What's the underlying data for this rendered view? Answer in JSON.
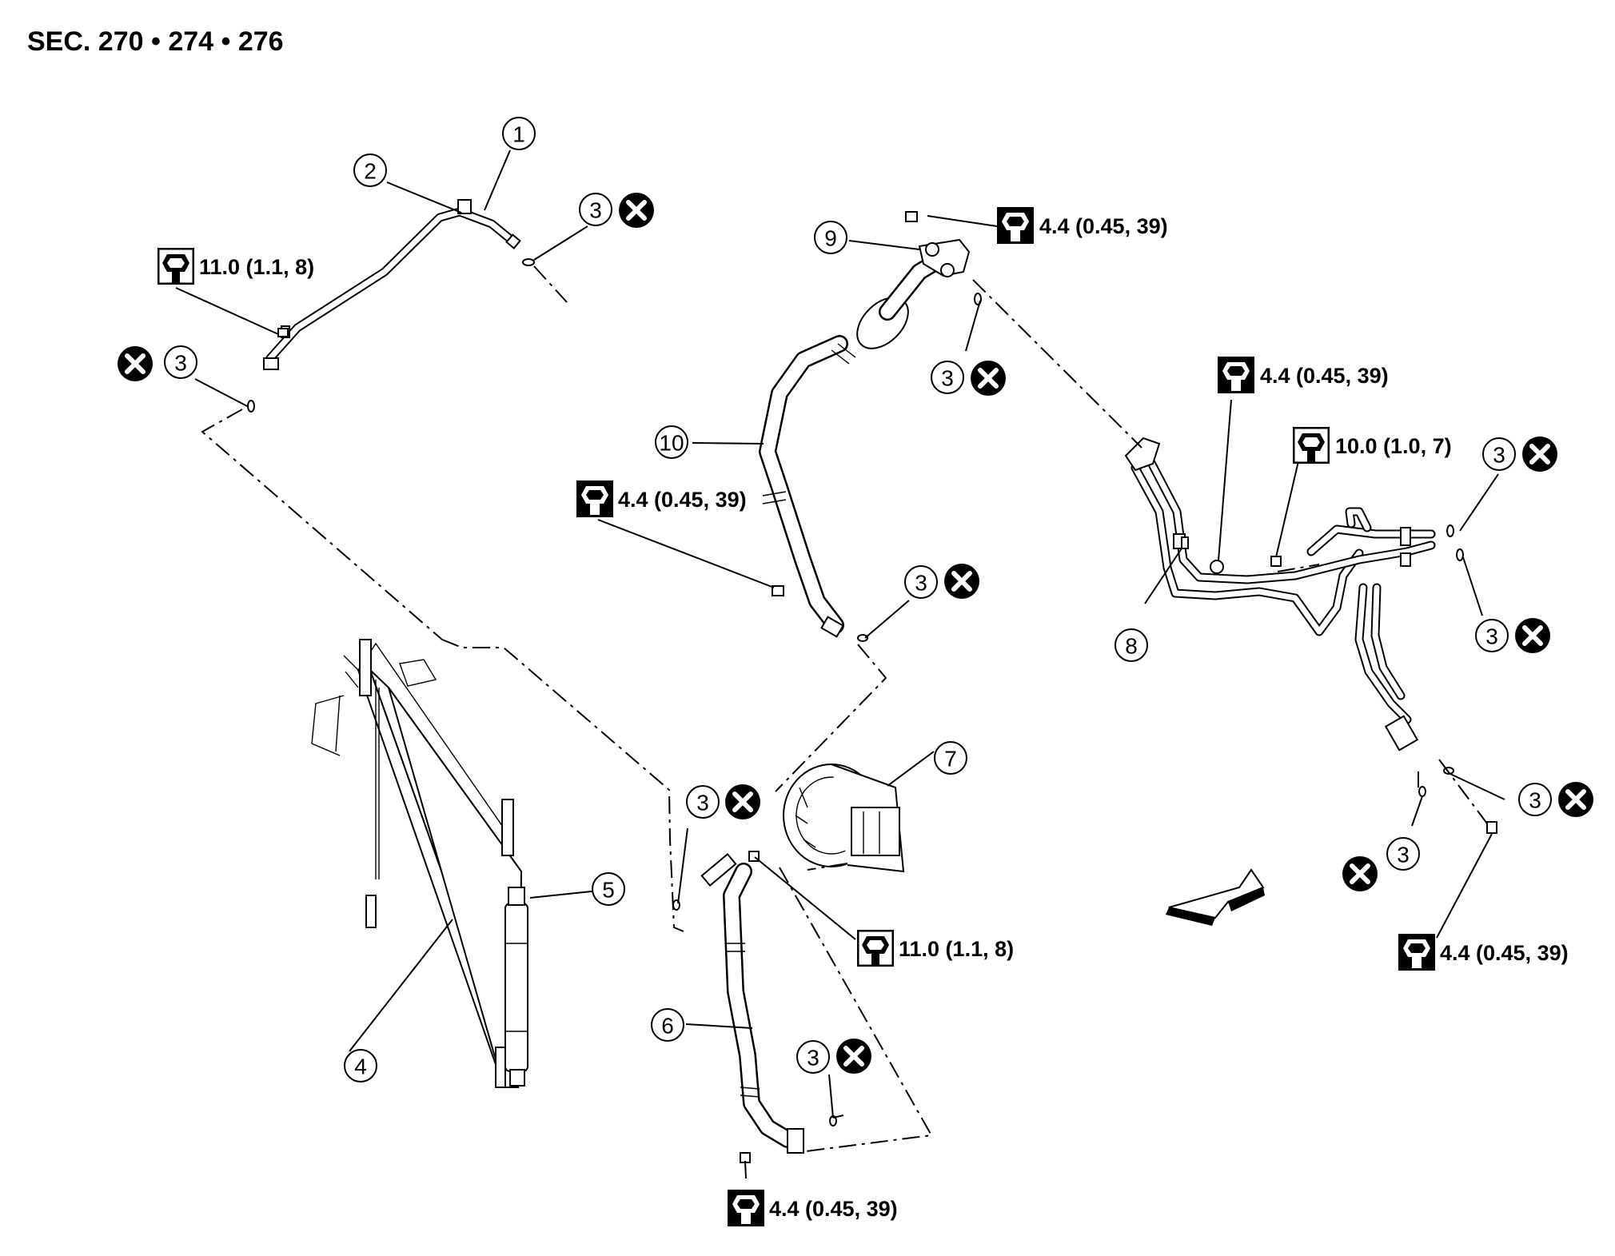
{
  "section_title": "SEC. 270 • 274 • 276",
  "callouts": {
    "c1": "1",
    "c2": "2",
    "c3": "3",
    "c4": "4",
    "c5": "5",
    "c6": "6",
    "c7": "7",
    "c8": "8",
    "c9": "9",
    "c10": "10"
  },
  "torque_specs": {
    "t_11_0": "11.0 (1.1, 8)",
    "t_4_4": "4.4 (0.45, 39)",
    "t_10_0": "10.0 (1.0, 7)"
  },
  "icons": {
    "torque_outline": "torque-wrench-outline-icon",
    "torque_filled": "torque-wrench-filled-icon",
    "do_not_reuse": "do-not-reuse-x-icon",
    "front_arrow": "front-direction-arrow-icon"
  }
}
